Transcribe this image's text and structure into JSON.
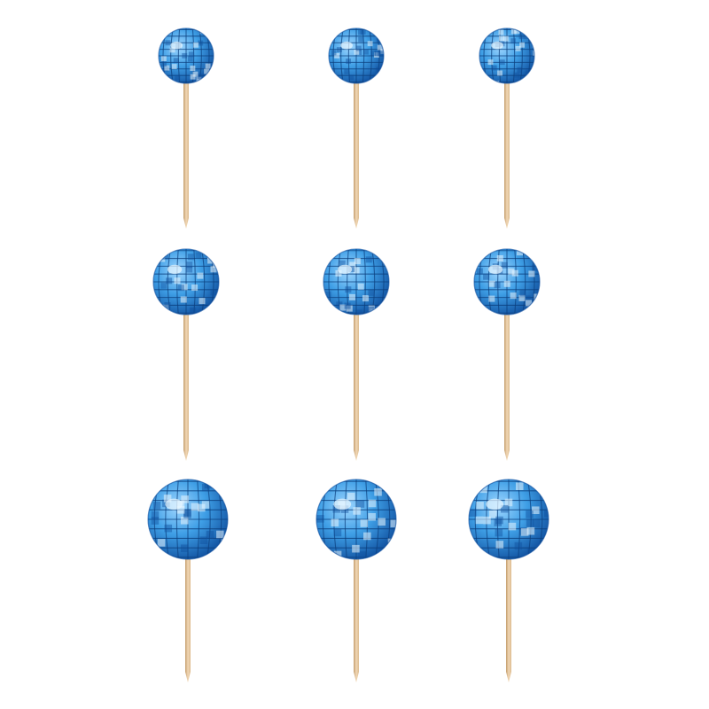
{
  "image": {
    "subject": "disco-ball-cake-topper-picks",
    "background_color": "#ffffff",
    "colors": {
      "ball_light": "#9fd6ff",
      "ball_mid": "#3f9fe6",
      "ball_dark": "#0f4f9e",
      "tile_line": "#0b3f7e",
      "highlight": "#e8f6ff",
      "stick_light": "#f0d7b5",
      "stick_mid": "#ddbb8f",
      "stick_dark": "#c49c6c"
    },
    "rows": [
      {
        "items": [
          {
            "name": "disco-ball-pick-r1-c1"
          },
          {
            "name": "disco-ball-pick-r1-c2"
          },
          {
            "name": "disco-ball-pick-r1-c3"
          }
        ]
      },
      {
        "items": [
          {
            "name": "disco-ball-pick-r2-c1"
          },
          {
            "name": "disco-ball-pick-r2-c2"
          },
          {
            "name": "disco-ball-pick-r2-c3"
          }
        ]
      },
      {
        "items": [
          {
            "name": "disco-ball-pick-r3-c1"
          },
          {
            "name": "disco-ball-pick-r3-c2"
          },
          {
            "name": "disco-ball-pick-r3-c3"
          }
        ]
      }
    ]
  }
}
